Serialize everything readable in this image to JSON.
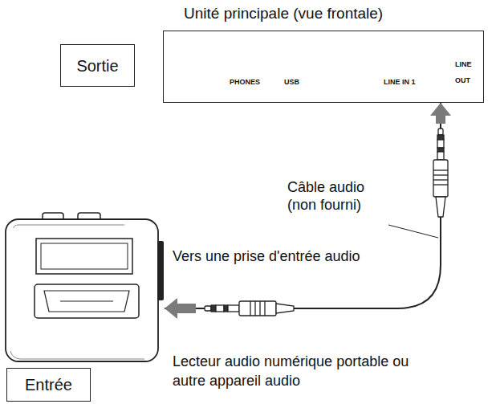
{
  "diagram": {
    "nodes": [
      {
        "text": [
          "Unité principale (vue frontale)",
          "PHONES",
          "USB",
          "LINE IN 1",
          "LINE OUT"
        ]
      },
      {
        "text": [
          "Sortie"
        ]
      },
      {
        "text": [
          "Lecteur audio numérique portable ou autre appareil audio"
        ]
      },
      {
        "text": [
          "Entrée"
        ]
      }
    ],
    "edges": [
      {
        "from": 0,
        "to": 2,
        "arrow": "both"
      }
    ],
    "labels": [
      "Câble audio (non fourni)",
      "Vers une prise d'entrée audio"
    ]
  }
}
